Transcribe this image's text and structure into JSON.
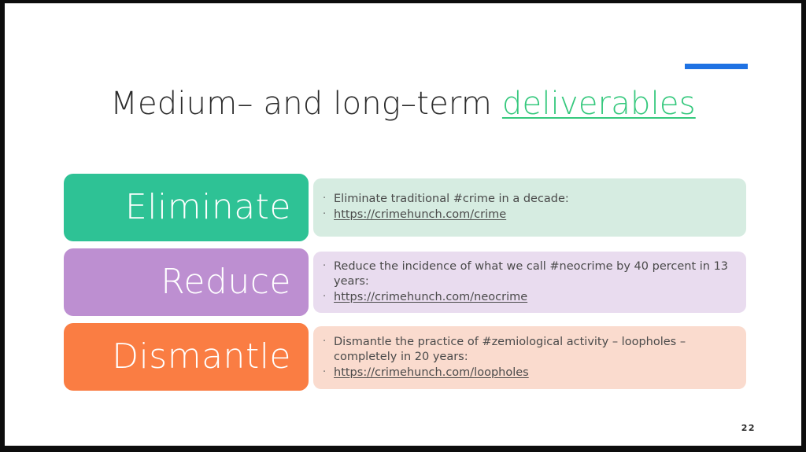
{
  "slide": {
    "page_number": "22",
    "background_color": "#ffffff",
    "frame_color": "#0d0d0d",
    "accent_bar_color": "#1f72e3",
    "title": {
      "plain": "Medium– and long–term ",
      "accent": "deliverables",
      "accent_color": "#35c87d"
    },
    "rows": [
      {
        "label": "Eliminate",
        "label_bg": "#2ec295",
        "panel_bg": "#d6ece1",
        "bullets": [
          {
            "text": "Eliminate traditional #crime in a decade:",
            "is_link": false
          },
          {
            "text": "https://crimehunch.com/crime",
            "is_link": true
          }
        ]
      },
      {
        "label": "Reduce",
        "label_bg": "#bd8fd1",
        "panel_bg": "#e9dcef",
        "bullets": [
          {
            "text": "Reduce the incidence of what we call #neocrime by 40 percent in 13 years:",
            "is_link": false
          },
          {
            "text": "https://crimehunch.com/neocrime",
            "is_link": true
          }
        ]
      },
      {
        "label": "Dismantle",
        "label_bg": "#fa7d43",
        "panel_bg": "#fadbce",
        "bullets": [
          {
            "text": "Dismantle the practice of #zemiological activity – loopholes – completely in 20 years:",
            "is_link": false
          },
          {
            "text": "https://crimehunch.com/loopholes",
            "is_link": true
          }
        ]
      }
    ],
    "bullet_glyph": "·"
  }
}
